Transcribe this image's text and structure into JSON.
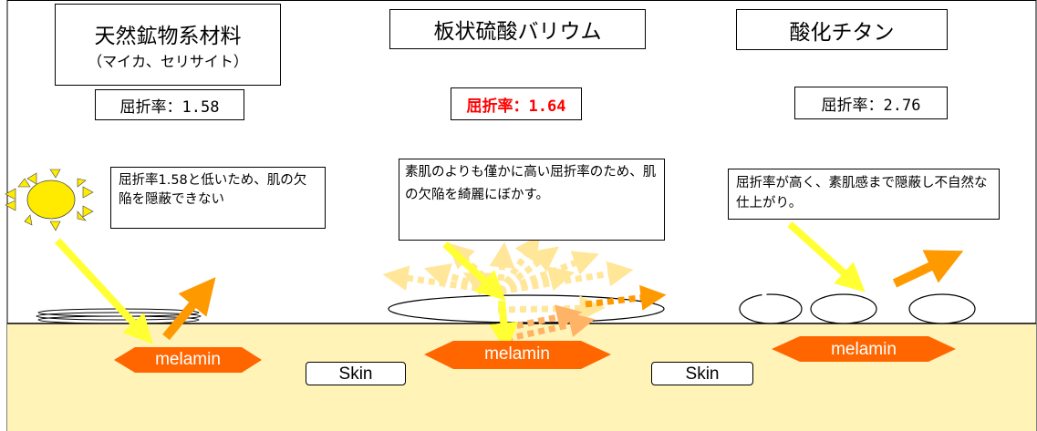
{
  "columns": [
    {
      "title": "天然鉱物系材料",
      "subtitle": "（マイカ、セリサイト）",
      "refractive_index": "屈折率：1.58",
      "note": "屈折率1.58と低いため、肌の欠陥を隠蔽できない",
      "melanin": "melamin"
    },
    {
      "title": "板状硫酸バリウム",
      "subtitle": "",
      "refractive_index": "屈折率：1.64",
      "note": "素肌のよりも僅かに高い屈折率のため、肌の欠陥を綺麗にぼかす。",
      "melanin": "melamin"
    },
    {
      "title": "酸化チタン",
      "subtitle": "",
      "refractive_index": "屈折率：2.76",
      "note": "屈折率が高く、素肌感まで隠蔽し不自然な仕上がり。",
      "melanin": "melamin"
    }
  ],
  "skin_labels": [
    "Skin",
    "Skin"
  ],
  "colors": {
    "skin": "#FFF3B8",
    "sun": "#FFEB00",
    "incident_arrow": "#FFFF33",
    "reflected_arrow": "#FF9900",
    "melanin": "#FF6600",
    "highlight_text": "#FF0000",
    "scattered_arrow": "#FFE699"
  }
}
